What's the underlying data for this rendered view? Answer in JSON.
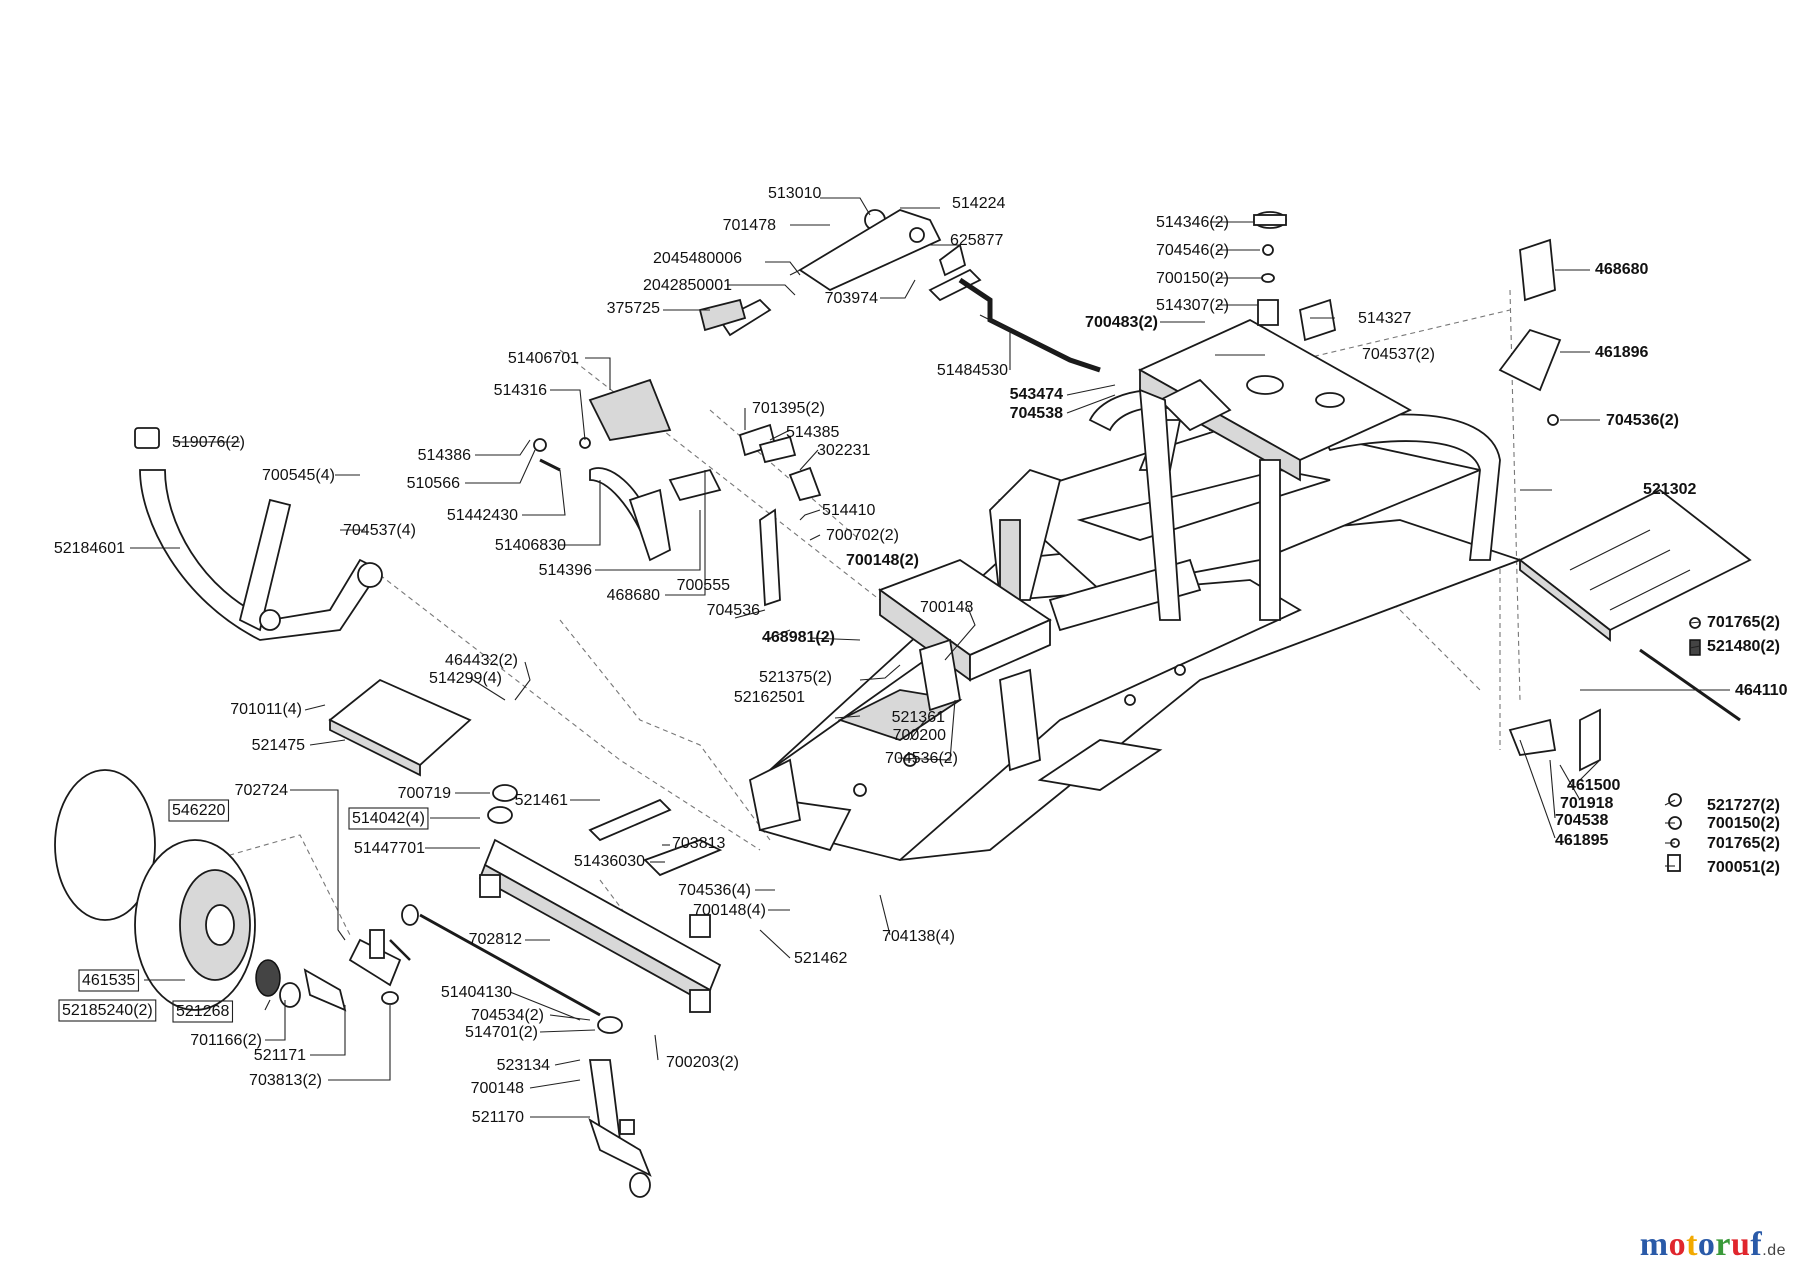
{
  "labels": [
    {
      "id": "l1",
      "text": "513010"
    },
    {
      "id": "l2",
      "text": "514224"
    },
    {
      "id": "l3",
      "text": "701478"
    },
    {
      "id": "l4",
      "text": "625877"
    },
    {
      "id": "l5",
      "text": "2045480006"
    },
    {
      "id": "l6",
      "text": "2042850001"
    },
    {
      "id": "l7",
      "text": "703974"
    },
    {
      "id": "l8",
      "text": "375725"
    },
    {
      "id": "l9",
      "text": "51484530"
    },
    {
      "id": "l10",
      "text": "514346(2)"
    },
    {
      "id": "l11",
      "text": "704546(2)"
    },
    {
      "id": "l12",
      "text": "700150(2)"
    },
    {
      "id": "l13",
      "text": "514307(2)"
    },
    {
      "id": "l14",
      "text": "700483(2)",
      "bold": true
    },
    {
      "id": "l15",
      "text": "514327"
    },
    {
      "id": "l16",
      "text": "704537(2)"
    },
    {
      "id": "l17",
      "text": "543474",
      "bold": true
    },
    {
      "id": "l18",
      "text": "704538",
      "bold": true
    },
    {
      "id": "l19",
      "text": "468680",
      "bold": true
    },
    {
      "id": "l20",
      "text": "461896",
      "bold": true
    },
    {
      "id": "l21",
      "text": "704536(2)",
      "bold": true
    },
    {
      "id": "l22",
      "text": "51406701"
    },
    {
      "id": "l23",
      "text": "514316"
    },
    {
      "id": "l24",
      "text": "514386"
    },
    {
      "id": "l25",
      "text": "510566"
    },
    {
      "id": "l26",
      "text": "51442430"
    },
    {
      "id": "l27",
      "text": "51406830"
    },
    {
      "id": "l28",
      "text": "514396"
    },
    {
      "id": "l29",
      "text": "468680"
    },
    {
      "id": "l30",
      "text": "701395(2)"
    },
    {
      "id": "l31",
      "text": "514385"
    },
    {
      "id": "l32",
      "text": "302231"
    },
    {
      "id": "l33",
      "text": "514410"
    },
    {
      "id": "l34",
      "text": "700702(2)"
    },
    {
      "id": "l35",
      "text": "700148(2)",
      "bold": true
    },
    {
      "id": "l36",
      "text": "700555"
    },
    {
      "id": "l37",
      "text": "704536"
    },
    {
      "id": "l38",
      "text": "468981(2)",
      "bold": true
    },
    {
      "id": "l39",
      "text": "700148"
    },
    {
      "id": "l40",
      "text": "519076(2)"
    },
    {
      "id": "l41",
      "text": "700545(4)"
    },
    {
      "id": "l42",
      "text": "704537(4)"
    },
    {
      "id": "l43",
      "text": "52184601"
    },
    {
      "id": "l44",
      "text": "521302",
      "bold": true
    },
    {
      "id": "l45",
      "text": "701765(2)",
      "bold": true
    },
    {
      "id": "l46",
      "text": "521480(2)",
      "bold": true
    },
    {
      "id": "l47",
      "text": "464110",
      "bold": true
    },
    {
      "id": "l48",
      "text": "464432(2)"
    },
    {
      "id": "l49",
      "text": "514299(4)"
    },
    {
      "id": "l50",
      "text": "701011(4)"
    },
    {
      "id": "l51",
      "text": "521475"
    },
    {
      "id": "l52",
      "text": "521375(2)"
    },
    {
      "id": "l53",
      "text": "52162501"
    },
    {
      "id": "l54",
      "text": "521361"
    },
    {
      "id": "l55",
      "text": "700200"
    },
    {
      "id": "l56",
      "text": "704536(2)"
    },
    {
      "id": "l57",
      "text": "461500",
      "bold": true
    },
    {
      "id": "l58",
      "text": "701918",
      "bold": true
    },
    {
      "id": "l59",
      "text": "704538",
      "bold": true
    },
    {
      "id": "l60",
      "text": "461895",
      "bold": true
    },
    {
      "id": "l61",
      "text": "521727(2)",
      "bold": true
    },
    {
      "id": "l62",
      "text": "700150(2)",
      "bold": true
    },
    {
      "id": "l63",
      "text": "701765(2)",
      "bold": true
    },
    {
      "id": "l64",
      "text": "700051(2)",
      "bold": true
    },
    {
      "id": "l65",
      "text": "702724"
    },
    {
      "id": "l66",
      "text": "546220",
      "boxed": true
    },
    {
      "id": "l67",
      "text": "700719"
    },
    {
      "id": "l68",
      "text": "514042(4)",
      "boxed": true
    },
    {
      "id": "l69",
      "text": "51447701"
    },
    {
      "id": "l70",
      "text": "521461"
    },
    {
      "id": "l71",
      "text": "703813"
    },
    {
      "id": "l72",
      "text": "51436030"
    },
    {
      "id": "l73",
      "text": "704536(4)"
    },
    {
      "id": "l74",
      "text": "700148(4)"
    },
    {
      "id": "l75",
      "text": "704138(4)"
    },
    {
      "id": "l76",
      "text": "702812"
    },
    {
      "id": "l77",
      "text": "521462"
    },
    {
      "id": "l78",
      "text": "461535",
      "boxed": true
    },
    {
      "id": "l79",
      "text": "52185240(2)",
      "boxed": true
    },
    {
      "id": "l80",
      "text": "521268",
      "boxed": true
    },
    {
      "id": "l81",
      "text": "701166(2)"
    },
    {
      "id": "l82",
      "text": "521171"
    },
    {
      "id": "l83",
      "text": "703813(2)"
    },
    {
      "id": "l84",
      "text": "51404130"
    },
    {
      "id": "l85",
      "text": "704534(2)"
    },
    {
      "id": "l86",
      "text": "514701(2)"
    },
    {
      "id": "l87",
      "text": "700203(2)"
    },
    {
      "id": "l88",
      "text": "523134"
    },
    {
      "id": "l89",
      "text": "700148"
    },
    {
      "id": "l90",
      "text": "521170"
    }
  ],
  "brand": {
    "letters": [
      {
        "ch": "m",
        "color": "#2a5aa8"
      },
      {
        "ch": "o",
        "color": "#e0262d"
      },
      {
        "ch": "t",
        "color": "#f2a900"
      },
      {
        "ch": "o",
        "color": "#2a5aa8"
      },
      {
        "ch": "r",
        "color": "#3a9a3a"
      },
      {
        "ch": "u",
        "color": "#e0262d"
      },
      {
        "ch": "f",
        "color": "#2a5aa8"
      }
    ],
    "tld": ".de"
  }
}
